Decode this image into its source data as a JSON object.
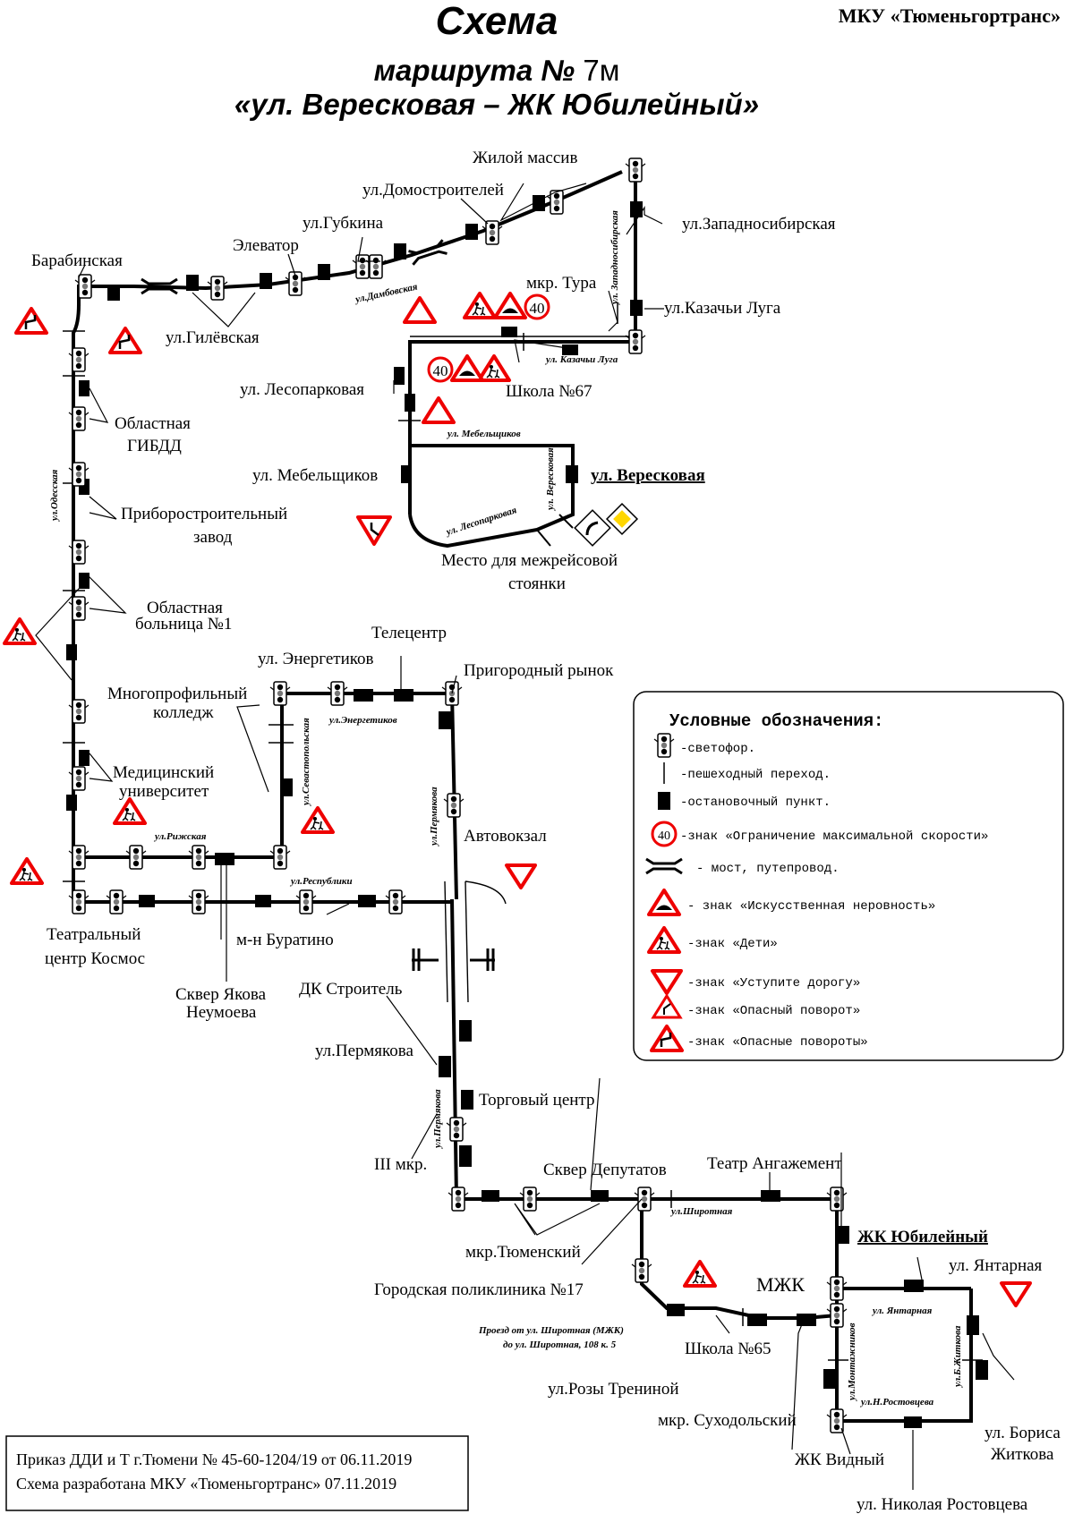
{
  "header": {
    "title": "Схема",
    "route_prefix": "маршрута № ",
    "route_number": "7м",
    "route_name": "«ул. Вересковая – ЖК Юбилейный»",
    "organization": "МКУ «Тюменьгортранс»"
  },
  "stops": [
    "Барабинская",
    "ул.Гилёвская",
    "Элеватор",
    "ул.Губкина",
    "ул.Домостроителей",
    "Жилой массив",
    "ул.Западносибирская",
    "ул.Казачьи Луга",
    "мкр. Тура",
    "Школа №67",
    "ул. Лесопарковая",
    "ул. Мебельщиков",
    "ул. Вересковая",
    "Место для межрейсовой",
    "стоянки",
    "Областная",
    "ГИБДД",
    "Приборостроительный",
    "завод",
    "Областная",
    "больница №1",
    "Многопрофильный",
    "колледж",
    "Медицинский",
    "университет",
    "ул. Энергетиков",
    "Телецентр",
    "Пригородный рынок",
    "Автовокзал",
    "Театральный",
    "центр Космос",
    "м-н Буратино",
    "Сквер Якова",
    "Неумоева",
    "ДК Строитель",
    "ул.Пермякова",
    "Торговый центр",
    "III мкр.",
    "Сквер Депутатов",
    "Театр Ангажемент",
    "мкр.Тюменский",
    "ЖК Юбилейный",
    "Городская поликлиника №17",
    "МЖК",
    "ул. Янтарная",
    "Школа №65",
    "ул.Розы Трениной",
    "мкр. Суходольский",
    "ЖК Видный",
    "ул. Бориса",
    "Житкова",
    "ул. Николая Ростовцева"
  ],
  "streets": [
    "ул.Дамбовская",
    "ул. Западносибирская",
    "ул. Казачьи Луга",
    "ул. Мебельщиков",
    "ул. Вересковая",
    "ул. Лесопарковая",
    "ул.Одесская",
    "ул.Энергетиков",
    "ул.Севастопольская",
    "ул.Пермякова",
    "ул.Рижская",
    "ул.Республики",
    "ул.Пермякова",
    "ул.Широтная",
    "ул. Янтарная",
    "ул.Монтажников",
    "ул.Б.Житкова",
    "ул.Н.Ростовцева"
  ],
  "passage_note": [
    "Проезд от ул. Широтная (МЖК)",
    "до ул. Широтная, 108 к. 5"
  ],
  "speed_limit": "40",
  "legend": {
    "title": "Условные обозначения:",
    "items": [
      "-светофор.",
      "-пешеходный переход.",
      "-остановочный пункт.",
      "-знак «Ограничение максимальной скорости»",
      "- мост, путепровод.",
      "- знак «Искусственная неровность»",
      "-знак «Дети»",
      "-знак «Уступите дорогу»",
      "-знак «Опасный поворот»",
      "-знак «Опасные повороты»"
    ]
  },
  "footer": {
    "order": "Приказ ДДИ и Т г.Тюмени № 45-60-1204/19 от 06.11.2019",
    "author": "Схема разработана МКУ «Тюменьгортранс» 07.11.2019"
  }
}
